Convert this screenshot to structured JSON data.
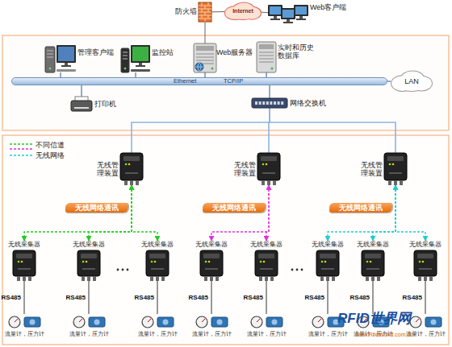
{
  "diagram": {
    "nodes": [
      {
        "text": [
          "防火墙"
        ]
      },
      {
        "text": [
          "Internet"
        ]
      },
      {
        "text": [
          "Web客户端"
        ]
      },
      {
        "text": [
          "管理客户端"
        ]
      },
      {
        "text": [
          "监控站"
        ]
      },
      {
        "text": [
          "Web服务器"
        ]
      },
      {
        "text": [
          "实时和历史 数据库"
        ]
      },
      {
        "text": [
          "Ethernet",
          "TCP/IP"
        ]
      },
      {
        "text": [
          "LAN"
        ]
      },
      {
        "text": [
          "打印机"
        ]
      },
      {
        "text": [
          "网络交换机"
        ]
      },
      {
        "text": [
          "无线管 理装置"
        ]
      },
      {
        "text": [
          "无线管 理装置"
        ]
      },
      {
        "text": [
          "无线管 理装置"
        ]
      },
      {
        "text": [
          "无线采集器"
        ]
      },
      {
        "text": [
          "无线采集器"
        ]
      },
      {
        "text": [
          "无线采集器"
        ]
      },
      {
        "text": [
          "无线采集器"
        ]
      },
      {
        "text": [
          "无线采集器"
        ]
      },
      {
        "text": [
          "无线采集器"
        ]
      },
      {
        "text": [
          "无线采集器"
        ]
      },
      {
        "text": [
          "无线采集器"
        ]
      },
      {
        "text": [
          "流量计，压力计"
        ]
      },
      {
        "text": [
          "流量计，压力计"
        ]
      },
      {
        "text": [
          "流量计，压力计"
        ]
      },
      {
        "text": [
          "流量计，压力计"
        ]
      },
      {
        "text": [
          "流量计，压力计"
        ]
      },
      {
        "text": [
          "流量计，压力计"
        ]
      },
      {
        "text": [
          "流量计，压力计"
        ]
      },
      {
        "text": [
          "流量计，压力计"
        ]
      }
    ],
    "edges": [
      {
        "from": 2,
        "to": 1,
        "arrow": "none"
      },
      {
        "from": 1,
        "to": 0,
        "arrow": "none"
      },
      {
        "from": 0,
        "to": 5,
        "arrow": "none"
      },
      {
        "from": 7,
        "to": 3,
        "arrow": "none"
      },
      {
        "from": 7,
        "to": 4,
        "arrow": "none"
      },
      {
        "from": 7,
        "to": 5,
        "arrow": "none"
      },
      {
        "from": 7,
        "to": 6,
        "arrow": "none"
      },
      {
        "from": 7,
        "to": 9,
        "arrow": "none"
      },
      {
        "from": 7,
        "to": 10,
        "arrow": "none"
      },
      {
        "from": 7,
        "to": 8,
        "arrow": "none"
      },
      {
        "from": 10,
        "to": 11,
        "arrow": "none"
      },
      {
        "from": 10,
        "to": 12,
        "arrow": "none"
      },
      {
        "from": 10,
        "to": 13,
        "arrow": "none"
      },
      {
        "from": 11,
        "to": 14,
        "arrow": "both"
      },
      {
        "from": 11,
        "to": 15,
        "arrow": "both",
        "label": "无线网络通讯"
      },
      {
        "from": 11,
        "to": 16,
        "arrow": "both"
      },
      {
        "from": 12,
        "to": 17,
        "arrow": "both",
        "label": "无线网络通讯"
      },
      {
        "from": 12,
        "to": 18,
        "arrow": "both"
      },
      {
        "from": 13,
        "to": 19,
        "arrow": "both"
      },
      {
        "from": 13,
        "to": 20,
        "arrow": "both",
        "label": "无线网络通讯"
      },
      {
        "from": 13,
        "to": 21,
        "arrow": "both"
      },
      {
        "from": 14,
        "to": 22,
        "arrow": "none",
        "label": "RS485"
      },
      {
        "from": 15,
        "to": 23,
        "arrow": "none",
        "label": "RS485"
      },
      {
        "from": 16,
        "to": 24,
        "arrow": "none",
        "label": "RS485"
      },
      {
        "from": 17,
        "to": 25,
        "arrow": "none",
        "label": "RS485"
      },
      {
        "from": 18,
        "to": 26,
        "arrow": "none",
        "label": "RS485"
      },
      {
        "from": 19,
        "to": 27,
        "arrow": "none",
        "label": "RS485"
      },
      {
        "from": 20,
        "to": 28,
        "arrow": "none",
        "label": "RS485"
      },
      {
        "from": 21,
        "to": 29,
        "arrow": "none",
        "label": "RS485"
      }
    ],
    "labels": [
      "RFID世界网",
      "www.RfidWorld.com.cn"
    ],
    "legend": [
      {
        "text": "不同信道"
      },
      {
        "text": "无线网络"
      }
    ]
  }
}
